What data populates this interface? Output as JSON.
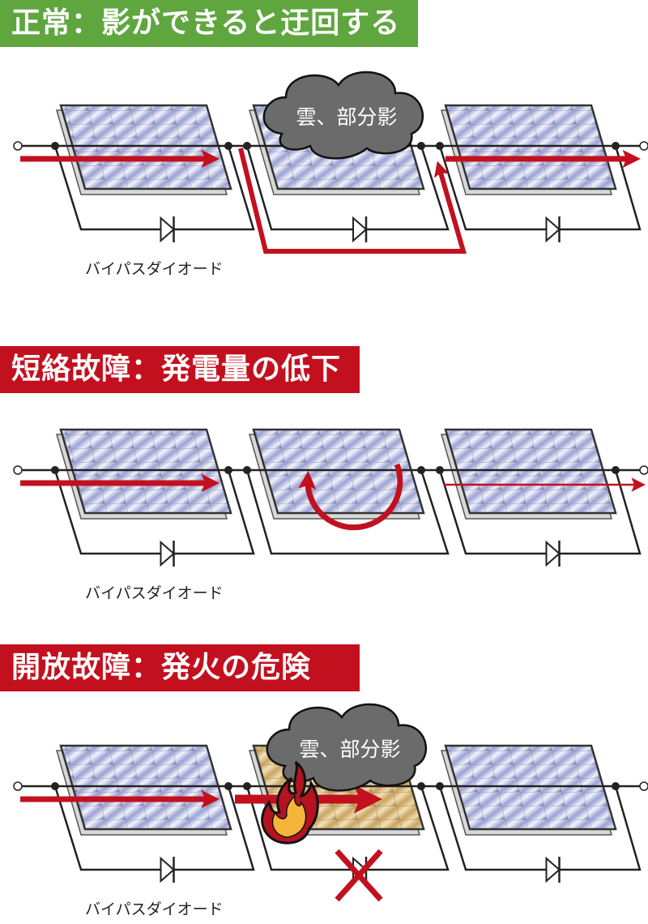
{
  "colors": {
    "green": "#5fa63f",
    "red": "#c3101f",
    "current": "#c3101f",
    "wire": "#222222",
    "cloud": "#6b6b6b"
  },
  "sections": [
    {
      "title": "正常：影ができると迂回する",
      "color": "#5fa63f",
      "diode_label": "バイパスダイオード",
      "cloud_text": "雲、部分影",
      "mode": "normal"
    },
    {
      "title": "短絡故障：発電量の低下",
      "color": "#c3101f",
      "diode_label": "バイパスダイオード",
      "mode": "short"
    },
    {
      "title": "開放故障：発火の危険",
      "color": "#c3101f",
      "diode_label": "バイパスダイオード",
      "cloud_text": "雲、部分影",
      "mode": "open"
    }
  ]
}
